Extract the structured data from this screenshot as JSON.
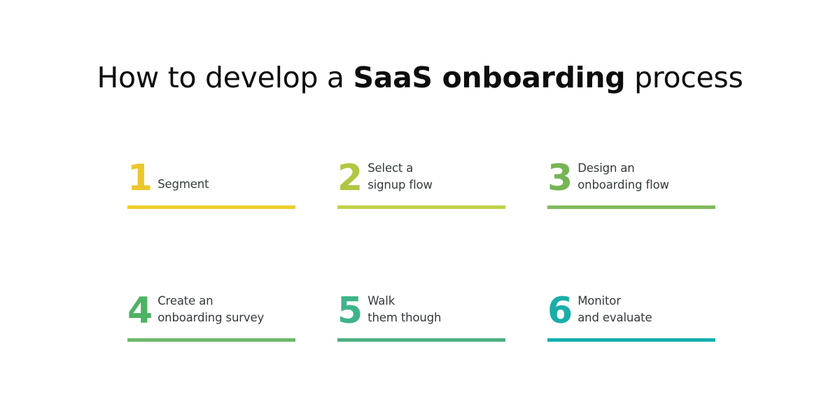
{
  "title": {
    "lead": "How to develop a ",
    "emphasis": "SaaS onboarding",
    "trail": " process",
    "full": "How to develop a SaaS onboarding process"
  },
  "theme": {
    "background": "#ffffff",
    "title_color": "#0d0d0d",
    "body_text_color": "#333a3d"
  },
  "steps": [
    {
      "number": "1",
      "lines": [
        "Segment"
      ],
      "line1": "Segment",
      "line2": "",
      "color": "#ecc72b",
      "bar_color": "#efcd2a"
    },
    {
      "number": "2",
      "lines": [
        "Select a",
        "signup flow"
      ],
      "line1": "Select a",
      "line2": "signup flow",
      "color": "#b3c642",
      "bar_color": "#c1d24a"
    },
    {
      "number": "3",
      "lines": [
        "Design an",
        "onboarding flow"
      ],
      "line1": "Design an",
      "line2": "onboarding flow",
      "color": "#76b555",
      "bar_color": "#82bb5f"
    },
    {
      "number": "4",
      "lines": [
        "Create an",
        "onboarding survey"
      ],
      "line1": "Create an",
      "line2": "onboarding survey",
      "color": "#4eb264",
      "bar_color": "#6cb96a"
    },
    {
      "number": "5",
      "lines": [
        "Walk",
        "them though"
      ],
      "line1": "Walk",
      "line2": "them though",
      "color": "#3eb489",
      "bar_color": "#4fae82"
    },
    {
      "number": "6",
      "lines": [
        "Monitor",
        "and evaluate"
      ],
      "line1": "Monitor",
      "line2": "and evaluate",
      "color": "#1aada9",
      "bar_color": "#16afb0"
    }
  ]
}
